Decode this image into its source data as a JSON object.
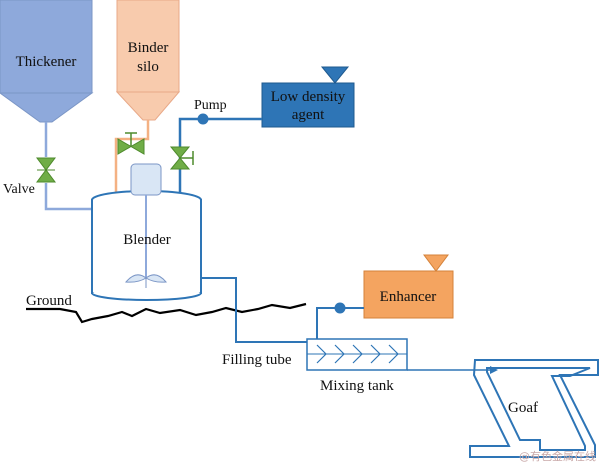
{
  "labels": {
    "thickener": "Thickener",
    "binder_silo_line1": "Binder",
    "binder_silo_line2": "silo",
    "pump_top": "Pump",
    "low_density_line1": "Low density",
    "low_density_line2": "agent",
    "valve": "Valve",
    "blender": "Blender",
    "ground": "Ground",
    "enhancer": "Enhancer",
    "filling_tube": "Filling tube",
    "mixing_tank": "Mixing tank",
    "goaf": "Goaf"
  },
  "watermark": "@有色金属在线",
  "colors": {
    "thickener_fill": "#8ea9db",
    "binder_fill": "#f8cbad",
    "low_density_fill": "#2e75b6",
    "enhancer_fill": "#f4a460",
    "valve_fill": "#70ad47",
    "pipe_blue": "#2e75b6",
    "pipe_gray": "#8ea9db",
    "pipe_orange": "#f4b183",
    "pipe_green": "#70ad47"
  }
}
